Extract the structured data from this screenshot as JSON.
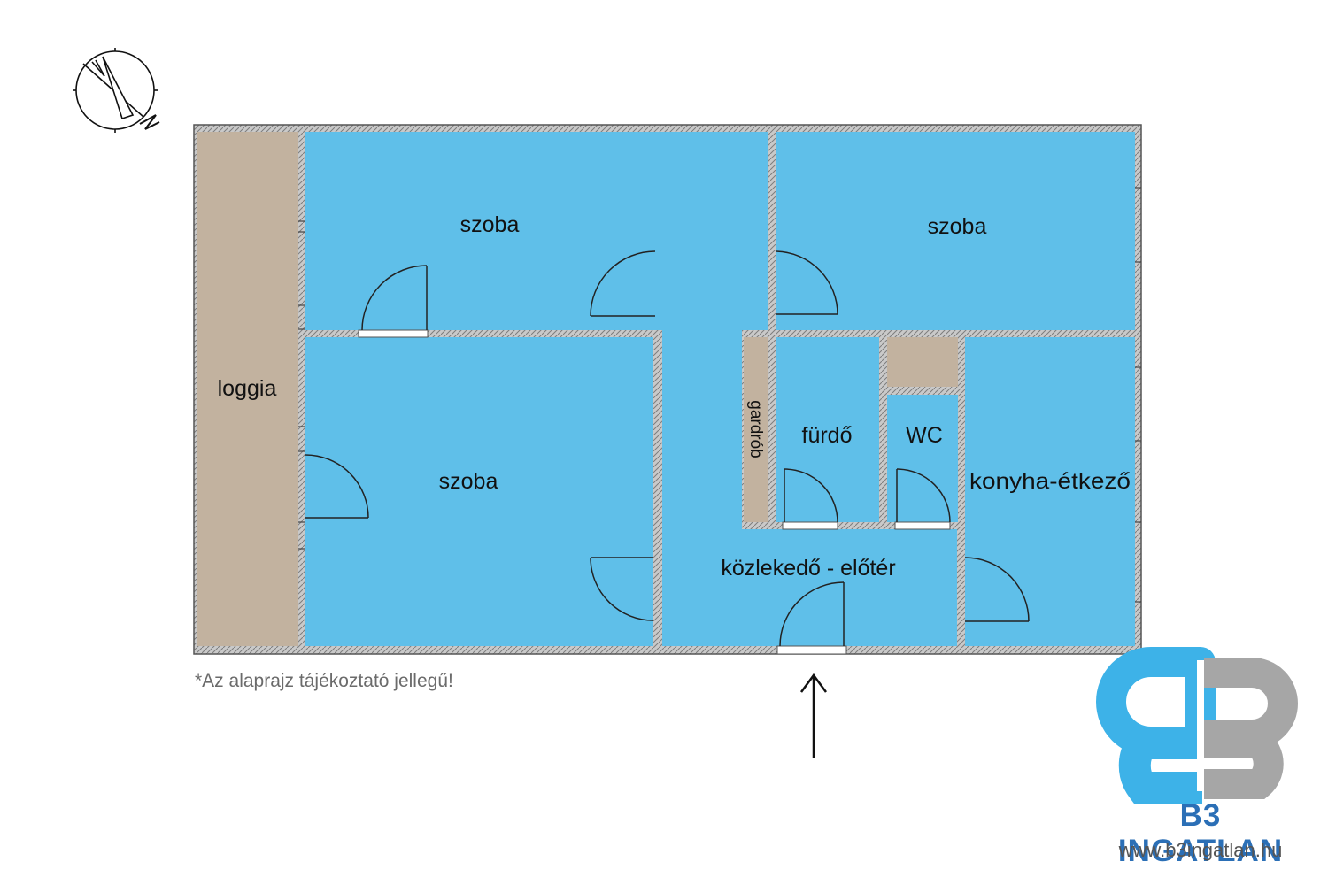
{
  "rooms": {
    "loggia": "loggia",
    "room_top_left": "szoba",
    "room_top_right": "szoba",
    "room_bottom_left": "szoba",
    "wardrobe": "gardrób",
    "bathroom": "fürdő",
    "wc": "WC",
    "kitchen": "konyha-étkező",
    "hallway": "közlekedő - előtér"
  },
  "disclaimer": "*Az alaprajz tájékoztató jellegű!",
  "brand": {
    "name": "B3 INGATLAN",
    "url": "www.b3ingatlan.hu",
    "logo_letters": "B3"
  },
  "colors": {
    "room_fill": "#5fbfe9",
    "loggia_fill": "#c2b29f",
    "wall": "#9a9a9a",
    "logo_blue": "#3db2e8",
    "logo_gray": "#a6a6a6",
    "brand_text": "#2b6fb6"
  },
  "icons": {
    "compass": "north-arrow-icon",
    "entrance": "entrance-arrow-icon"
  }
}
